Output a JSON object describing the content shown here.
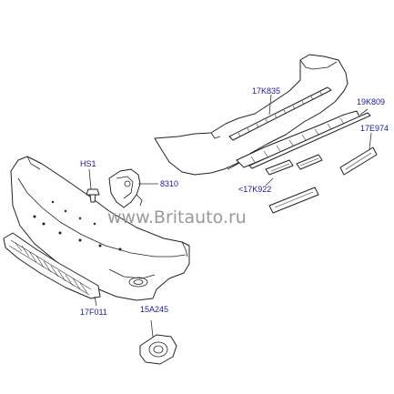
{
  "watermark": "www.Britauto.ru",
  "labels": {
    "p17K835": "17K835",
    "p19K809": "19K809",
    "p17E974": "17E974",
    "pHS1": "HS1",
    "p8310": "8310",
    "p17K922": "<17K922",
    "p17F011": "17F011",
    "p15A245": "15A245"
  }
}
